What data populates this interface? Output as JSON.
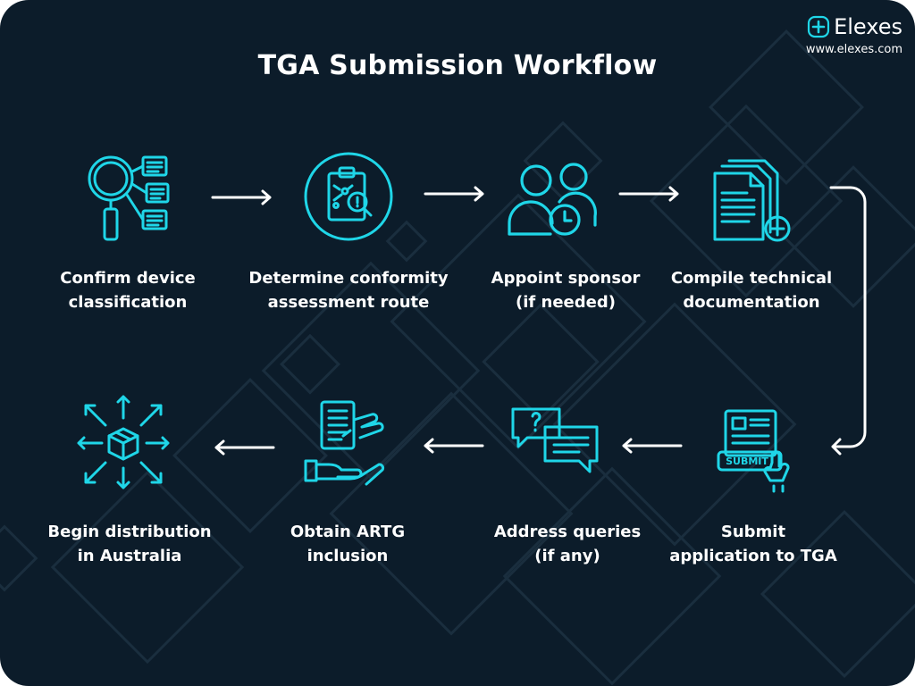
{
  "title": "TGA Submission Workflow",
  "brand": {
    "name": "Elexes",
    "url": "www.elexes.com"
  },
  "colors": {
    "background": "#0c1c2a",
    "accent": "#1fd6e8",
    "text": "#ffffff"
  },
  "steps": [
    {
      "icon": "magnifier-documents-icon",
      "line1": "Confirm device",
      "line2": "classification"
    },
    {
      "icon": "clipboard-assessment-icon",
      "line1": "Determine conformity",
      "line2": "assessment route"
    },
    {
      "icon": "people-clock-icon",
      "line1": "Appoint sponsor",
      "line2": "(if needed)"
    },
    {
      "icon": "documents-plus-icon",
      "line1": "Compile technical",
      "line2": "documentation"
    },
    {
      "icon": "submit-form-icon",
      "line1": "Submit",
      "line2": "application to TGA"
    },
    {
      "icon": "chat-bubbles-icon",
      "line1": "Address queries",
      "line2": "(if any)"
    },
    {
      "icon": "hand-document-icon",
      "line1": "Obtain ARTG",
      "line2": "inclusion"
    },
    {
      "icon": "box-distribution-icon",
      "line1": "Begin distribution",
      "line2": "in Australia"
    }
  ],
  "submit_button_text": "SUBMIT"
}
